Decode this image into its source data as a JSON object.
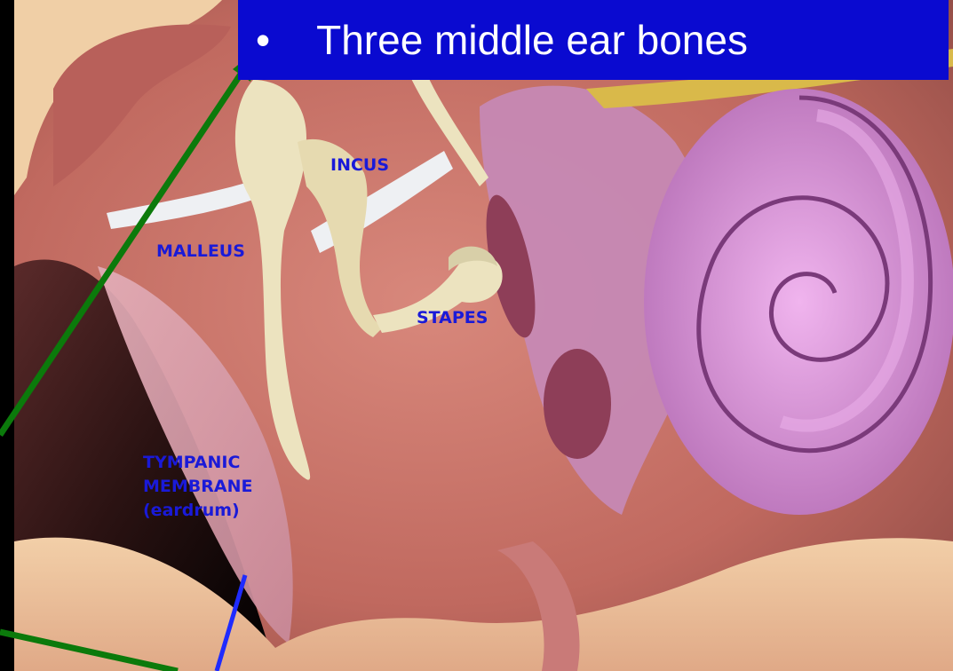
{
  "slide": {
    "title": "Three middle ear bones",
    "title_bg": "#0a0ad0",
    "title_color": "#ffffff"
  },
  "labels": {
    "incus": "INCUS",
    "malleus": "MALLEUS",
    "stapes": "STAPES",
    "tympanic_1": "TYMPANIC",
    "tympanic_2": "MEMBRANE",
    "tympanic_3": "(eardrum)"
  },
  "colors": {
    "label_text": "#1a1ad8",
    "pointer_green": "#0b7a0b",
    "pointer_blue": "#1f2bff",
    "bone": "#ece3bf",
    "cochlea": "#d98fd6"
  }
}
